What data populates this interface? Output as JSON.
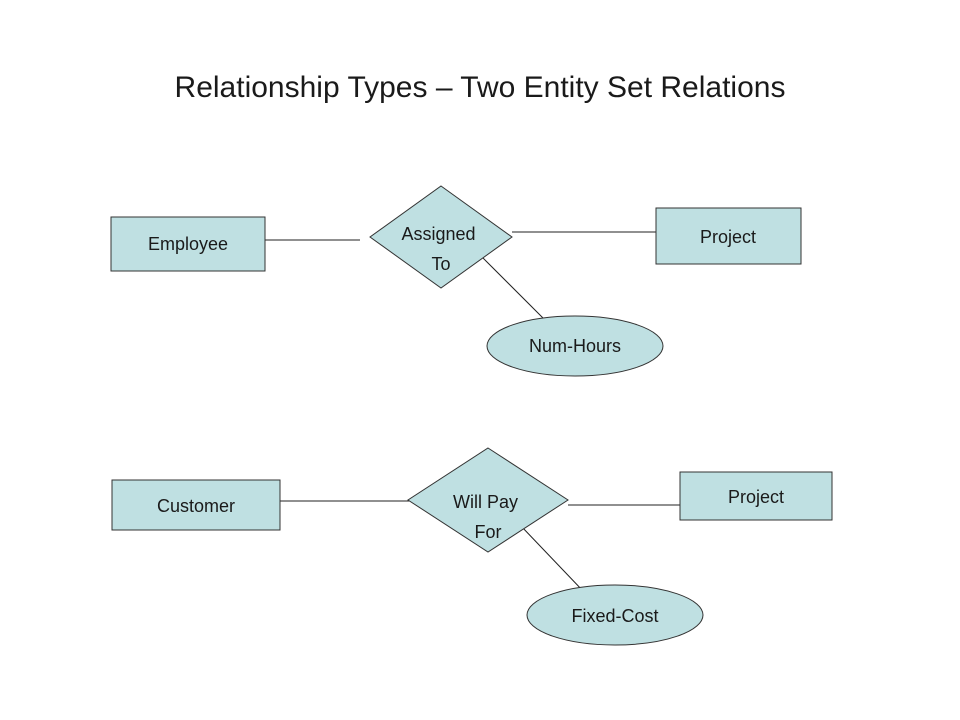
{
  "title": "Relationship Types – Two Entity Set Relations",
  "colors": {
    "shape_fill": "#bfe0e2",
    "shape_stroke": "#333333",
    "line": "#222222",
    "text": "#1a1a1a"
  },
  "diagrams": [
    {
      "entity_left": "Employee",
      "relationship": [
        "Assigned",
        "To"
      ],
      "entity_right": "Project",
      "attribute": "Num-Hours"
    },
    {
      "entity_left": "Customer",
      "relationship": [
        "Will Pay",
        "For"
      ],
      "entity_right": "Project",
      "attribute": "Fixed-Cost"
    }
  ]
}
